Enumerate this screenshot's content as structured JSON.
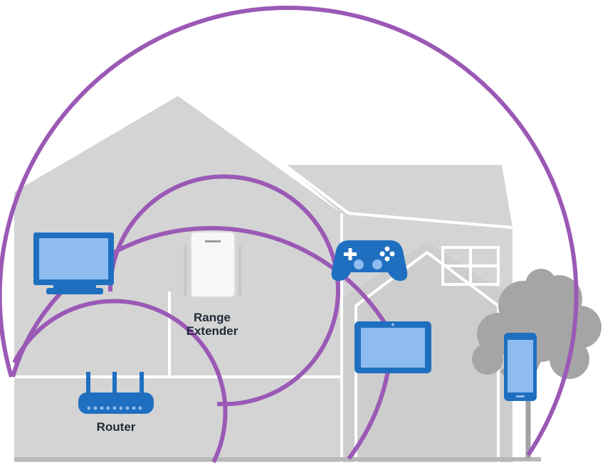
{
  "labels": {
    "extender_line1": "Range",
    "extender_line2": "Extender",
    "router": "Router"
  },
  "devices": [
    "tv-icon",
    "range-extender-icon",
    "game-controller-icon",
    "tablet-icon",
    "smartphone-icon",
    "router-icon"
  ],
  "colors": {
    "signal": "#9b59b6",
    "house": "#d3d3d3",
    "house_outline": "#ffffff",
    "device_blue": "#1f6fc0",
    "screen_fill": "#8fbcf0",
    "tree": "#999999",
    "label": "#1f2a36"
  }
}
